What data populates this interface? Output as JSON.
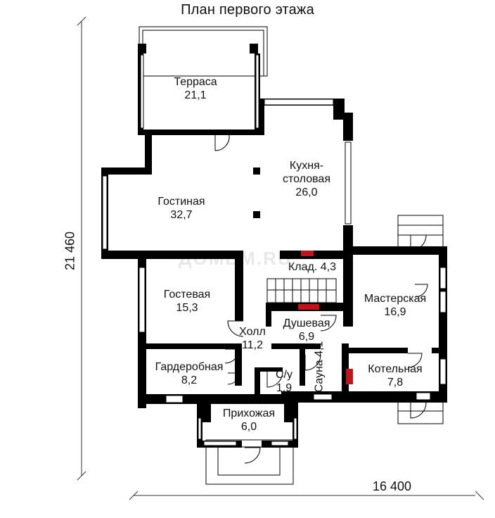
{
  "title": "План первого этажа",
  "watermark": "ДОМВМ.RU",
  "dimensions": {
    "width": "16 400",
    "height": "21 460"
  },
  "rooms": {
    "terrace": {
      "name": "Терраса",
      "area": "21,1"
    },
    "living": {
      "name": "Гостиная",
      "area": "32,7"
    },
    "kitchen": {
      "name_1": "Кухня-",
      "name_2": "столовая",
      "area": "26,0"
    },
    "storage": {
      "name": "Клад.",
      "area": "4,3"
    },
    "guest": {
      "name": "Гостевая",
      "area": "15,3"
    },
    "workshop": {
      "name": "Мастерская",
      "area": "16,9"
    },
    "hall": {
      "name": "Холл",
      "area": "11,2"
    },
    "shower": {
      "name": "Душевая",
      "area": "6,9"
    },
    "sauna": {
      "name": "Сауна",
      "area": "4,1"
    },
    "wardrobe": {
      "name": "Гардеробная",
      "area": "8,2"
    },
    "wc": {
      "name": "С/у",
      "area": "1,9"
    },
    "boiler": {
      "name": "Котельная",
      "area": "7,8"
    },
    "entrance": {
      "name": "Прихожая",
      "area": "6,0"
    }
  },
  "colors": {
    "wall": "#000000",
    "window": "#ffffff",
    "accent": "#c0141c",
    "dim_line": "#333333"
  }
}
